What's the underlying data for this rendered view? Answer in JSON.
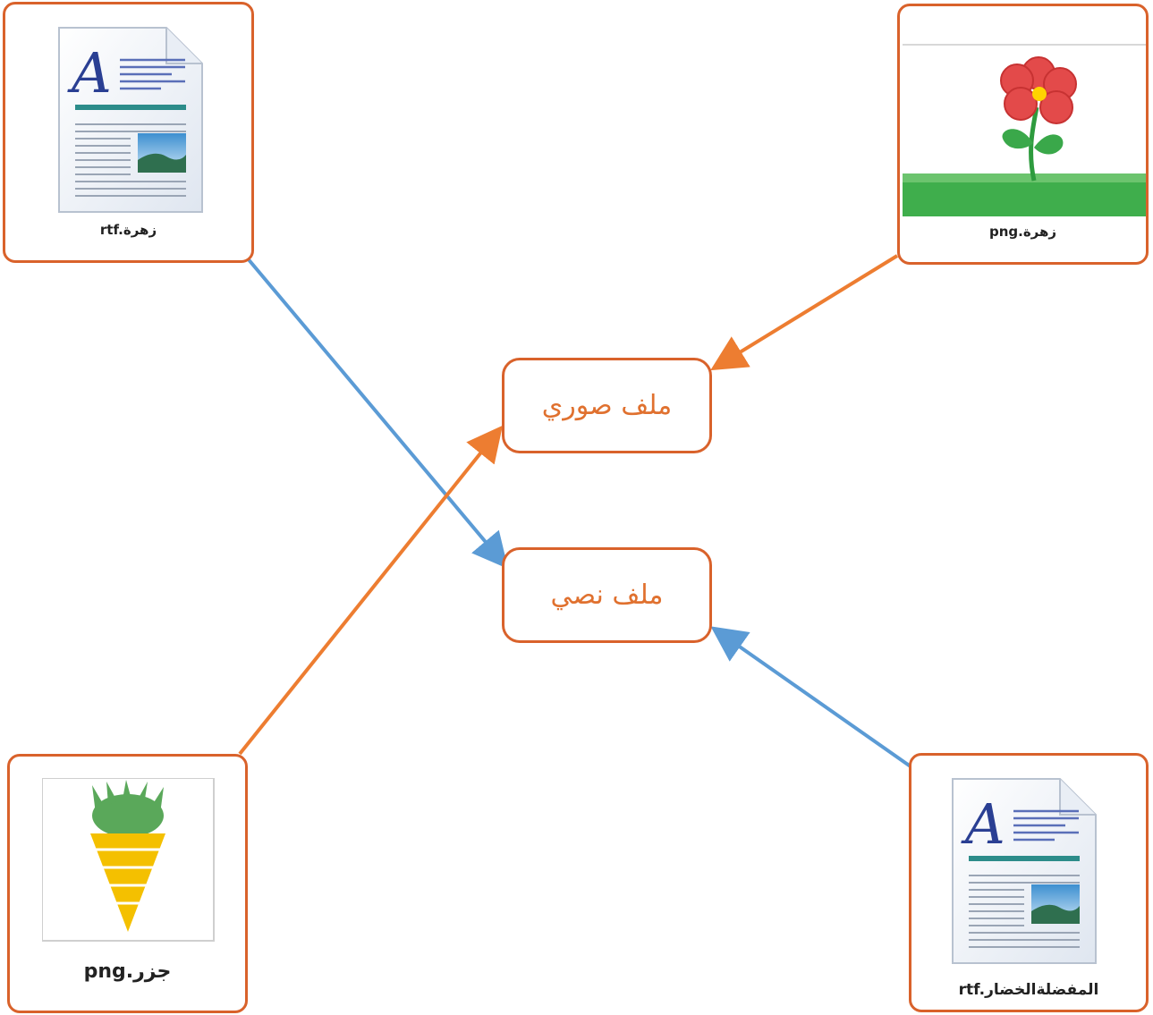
{
  "items": {
    "rtf_flower": {
      "caption": "rtf.زهرة",
      "type": "rtf-document-icon"
    },
    "png_flower": {
      "caption": "png.زهرة",
      "type": "flower-image-thumbnail"
    },
    "png_carrot": {
      "caption": "png.جزر",
      "type": "carrot-image-thumbnail"
    },
    "rtf_vegetables": {
      "caption": "rtf.المفضلةالخضار",
      "type": "rtf-document-icon"
    }
  },
  "targets": {
    "image_file": "ملف صوري",
    "text_file": "ملف نصي"
  },
  "colors": {
    "border": "#d9622b",
    "target_text": "#e0712f",
    "arrow_image": "#ed7d31",
    "arrow_text": "#5b9bd5"
  },
  "links": [
    {
      "from": "rtf_flower",
      "to": "text_file",
      "color": "arrow_text"
    },
    {
      "from": "png_flower",
      "to": "image_file",
      "color": "arrow_image"
    },
    {
      "from": "png_carrot",
      "to": "image_file",
      "color": "arrow_image"
    },
    {
      "from": "rtf_vegetables",
      "to": "text_file",
      "color": "arrow_text"
    }
  ]
}
